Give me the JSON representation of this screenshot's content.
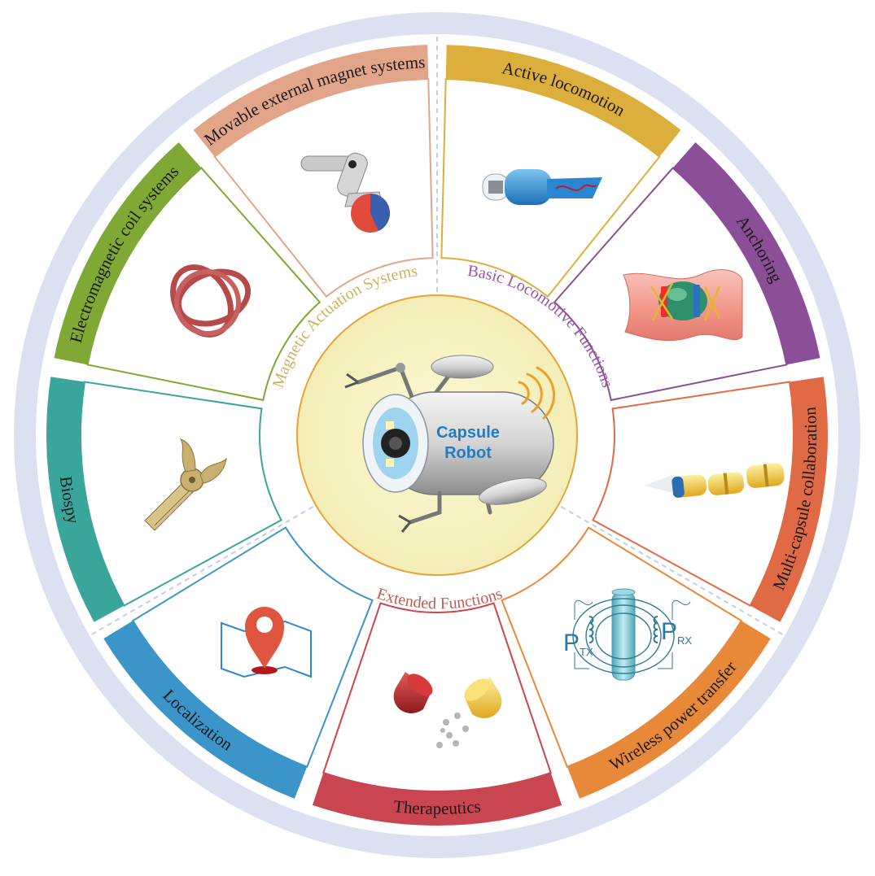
{
  "center": {
    "line1": "Capsule",
    "line2": "Robot"
  },
  "groups": [
    {
      "id": "mag",
      "label": "Magnetic Actuation Systems",
      "color": "#c4b266"
    },
    {
      "id": "loco",
      "label": "Basic Locomotive Functions",
      "color": "#9b5aa0"
    },
    {
      "id": "ext",
      "label": "Extended Functions",
      "color": "#3fa4a8"
    }
  ],
  "segments": [
    {
      "id": "active-locomotion",
      "label": "Active locomotion",
      "color": "#dcae3b",
      "icon": "capsule-tail-icon"
    },
    {
      "id": "anchoring",
      "label": "Anchoring",
      "color": "#8a4f97",
      "icon": "intestine-anchor-icon"
    },
    {
      "id": "multi-capsule",
      "label": "Multi-capsule collaboration",
      "color": "#e06a45",
      "icon": "capsule-chain-icon"
    },
    {
      "id": "wireless-power",
      "label": "Wireless power transfer",
      "color": "#e8893a",
      "icon": "coil-transfer-icon"
    },
    {
      "id": "therapeutics",
      "label": "Therapeutics",
      "color": "#c94550",
      "icon": "pill-capsule-icon"
    },
    {
      "id": "localization",
      "label": "Localization",
      "color": "#3b95c8",
      "icon": "map-pin-icon"
    },
    {
      "id": "biopsy",
      "label": "Biospy",
      "color": "#3aa59b",
      "icon": "gripper-icon"
    },
    {
      "id": "em-coil",
      "label": "Electromagnetic coil systems",
      "color": "#7fa834",
      "icon": "coil-rings-icon"
    },
    {
      "id": "external-magnet",
      "label": "Movable external  magnet systems",
      "color": "#e3a58a",
      "icon": "robot-arm-magnet-icon"
    }
  ],
  "power_labels": {
    "tx_main": "P",
    "tx_sub": "TX",
    "rx_main": "P",
    "rx_sub": "RX"
  }
}
